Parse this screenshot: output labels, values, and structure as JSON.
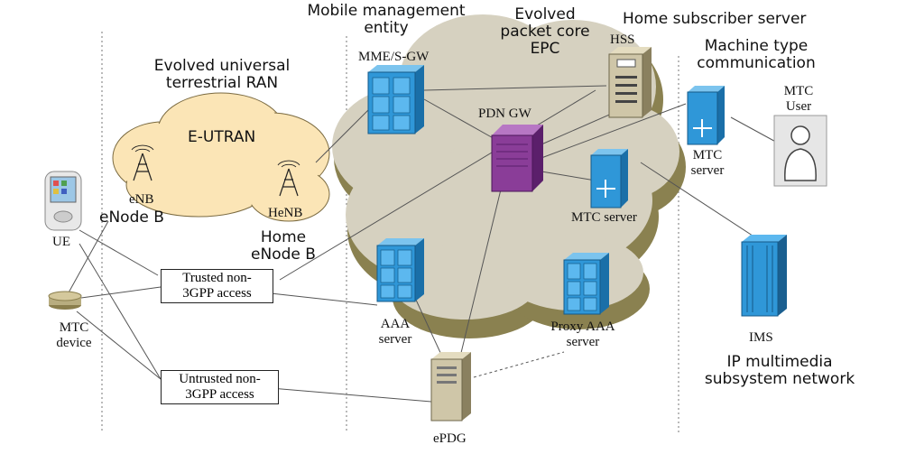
{
  "regions": {
    "eutran_title": [
      "Evolved universal",
      "terrestrial RAN"
    ],
    "mme_title": [
      "Mobile management",
      "entity"
    ],
    "epc_title": [
      "Evolved",
      "packet core",
      "EPC"
    ],
    "hss_title": "Home subscriber server",
    "mtc_title": [
      "Machine type",
      "communication"
    ],
    "henb_title": [
      "Home",
      "eNode B"
    ],
    "enodeb_title": "eNode B",
    "ims_title": [
      "IP multimedia",
      "subsystem network"
    ]
  },
  "nodes": {
    "eutran": "E-UTRAN",
    "enb": "eNB",
    "henb": "HeNB",
    "ue": "UE",
    "mtc_device": [
      "MTC",
      "device"
    ],
    "trusted": [
      "Trusted non-",
      "3GPP access"
    ],
    "untrusted": [
      "Untrusted non-",
      "3GPP access"
    ],
    "mme_sgw": "MME/S-GW",
    "pdn_gw": "PDN GW",
    "hss": "HSS",
    "mtc_server_epc": "MTC server",
    "mtc_server_ext": [
      "MTC",
      "server"
    ],
    "mtc_user": [
      "MTC",
      "User"
    ],
    "aaa_server": [
      "AAA",
      "server"
    ],
    "proxy_aaa": [
      "Proxy AAA",
      "server"
    ],
    "epdg": "ePDG",
    "ims": "IMS"
  },
  "colors": {
    "cloud": "#d6d1c0",
    "cloud_shadow": "#8a8150",
    "eutran_cloud": "#fbe5b6",
    "server_blue": "#2f97d8",
    "server_dark": "#1a6fa8",
    "pdn_purple": "#8a3d98",
    "hss_tan": "#cfc6a8",
    "line": "#555555"
  }
}
